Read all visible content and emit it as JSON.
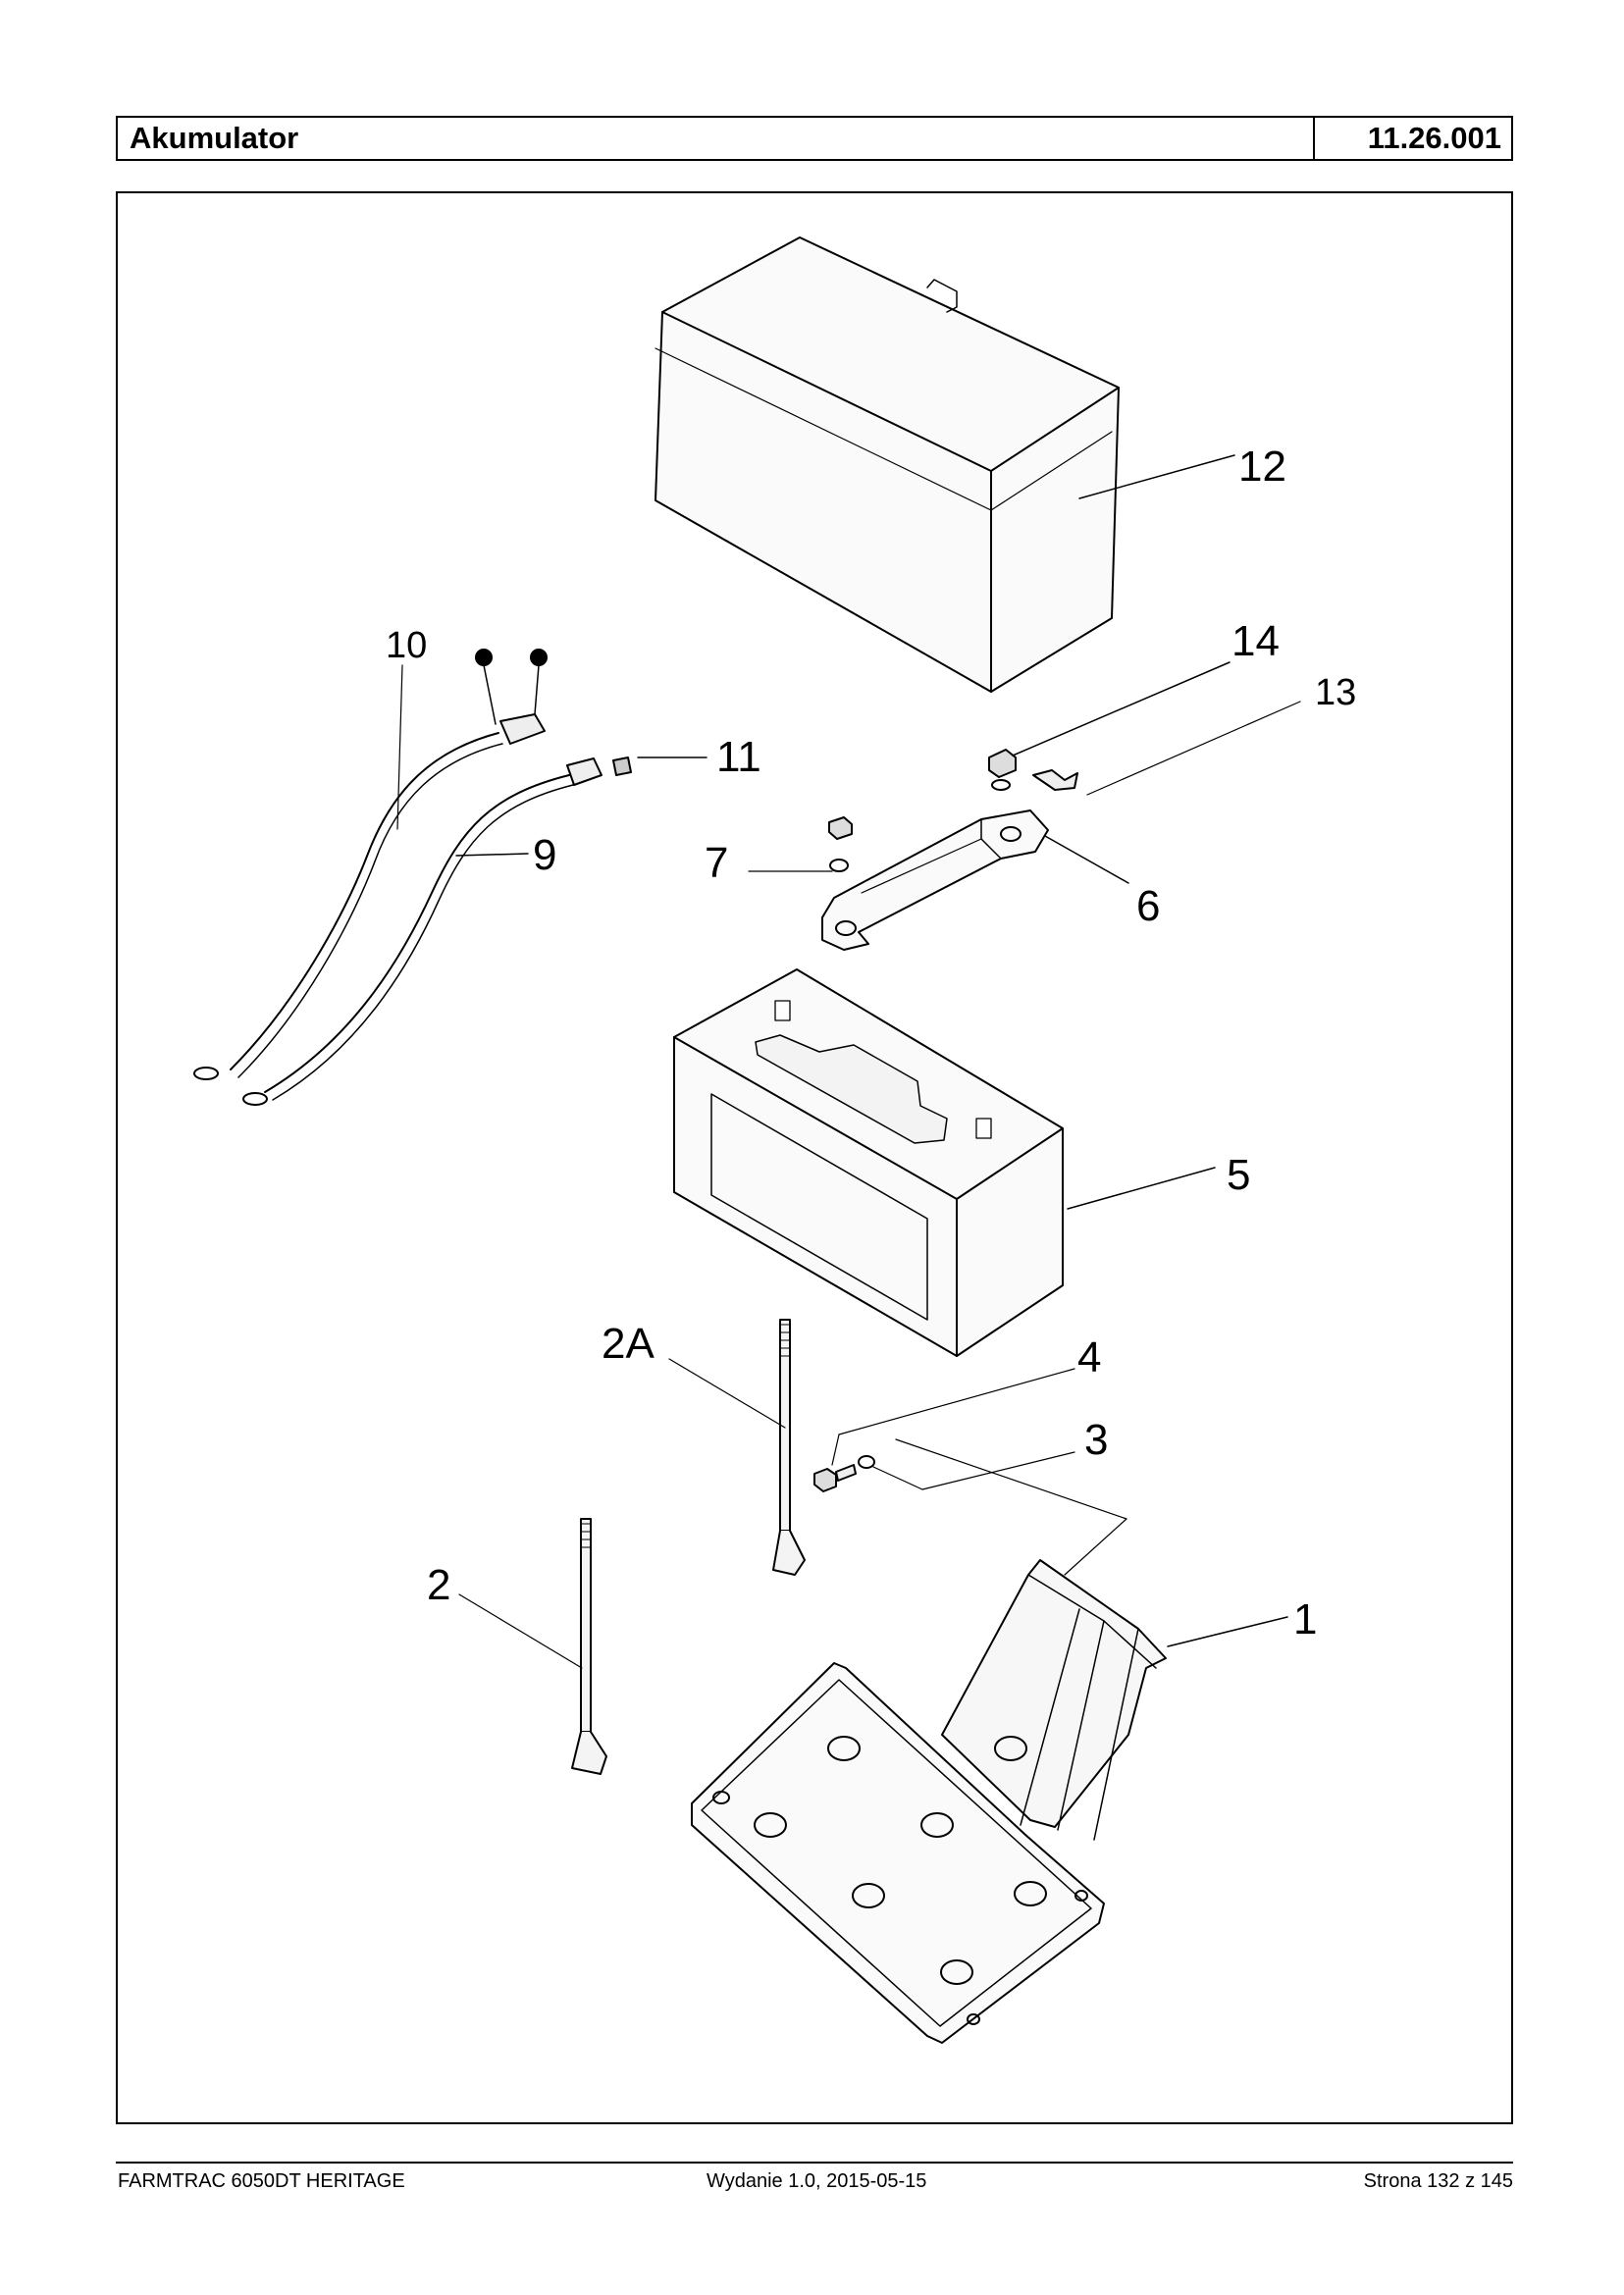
{
  "header": {
    "title": "Akumulator",
    "code": "11.26.001"
  },
  "callouts": {
    "c1": "1",
    "c2": "2",
    "c2a": "2A",
    "c3": "3",
    "c4": "4",
    "c5": "5",
    "c6": "6",
    "c7": "7",
    "c9": "9",
    "c10": "10",
    "c11": "11",
    "c12": "12",
    "c13": "13",
    "c14": "14"
  },
  "footer": {
    "left": "FARMTRAC 6050DT HERITAGE",
    "center": "Wydanie 1.0,  2015-05-15",
    "right": "Strona 132 z 145"
  }
}
